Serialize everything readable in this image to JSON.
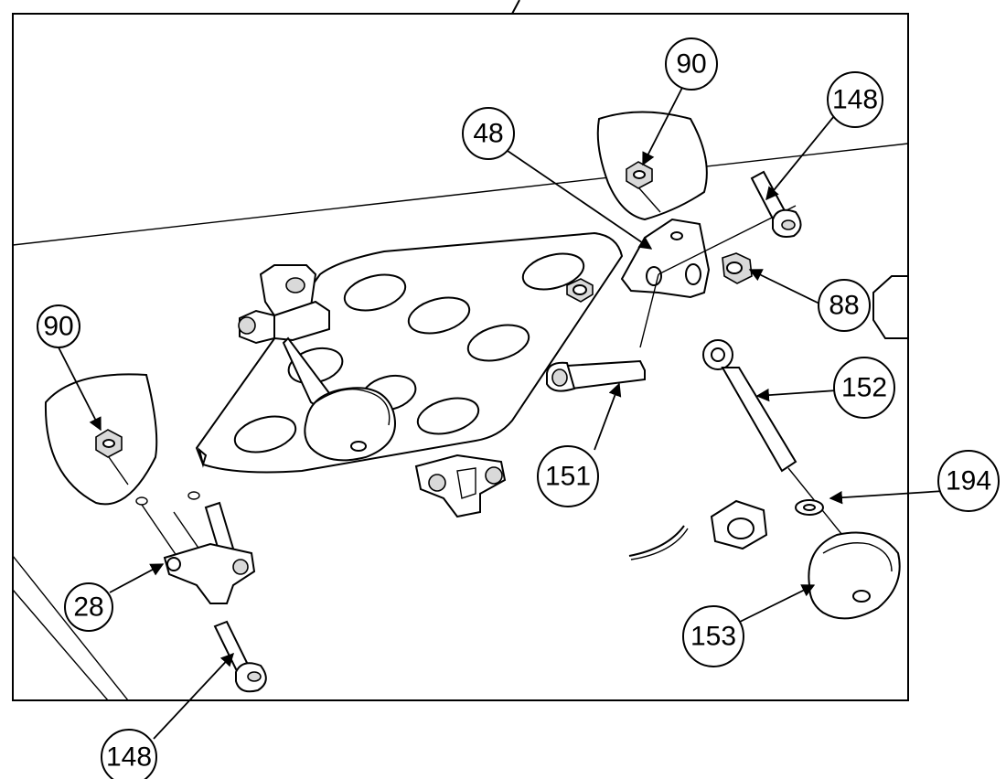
{
  "callouts": [
    {
      "id": "c90a",
      "label": "90"
    },
    {
      "id": "c148a",
      "label": "148"
    },
    {
      "id": "c48",
      "label": "48"
    },
    {
      "id": "c90b",
      "label": "90"
    },
    {
      "id": "c88",
      "label": "88"
    },
    {
      "id": "c152",
      "label": "152"
    },
    {
      "id": "c151",
      "label": "151"
    },
    {
      "id": "c194",
      "label": "194"
    },
    {
      "id": "c28",
      "label": "28"
    },
    {
      "id": "c153",
      "label": "153"
    },
    {
      "id": "c148b",
      "label": "148"
    }
  ]
}
